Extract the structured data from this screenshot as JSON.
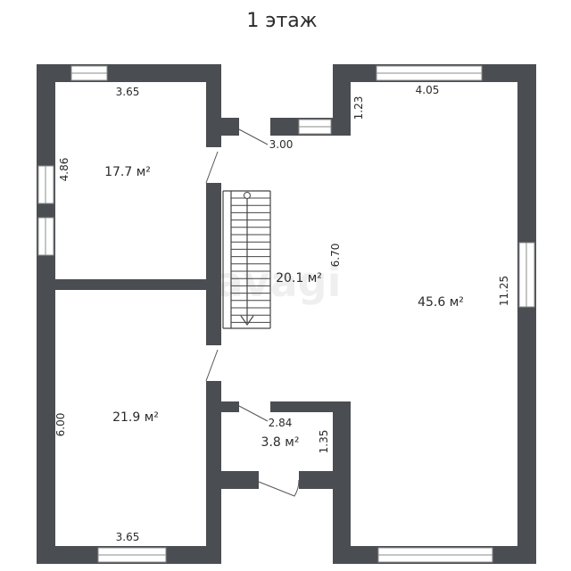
{
  "title": "1 этаж",
  "watermark": "avagi",
  "rooms": [
    {
      "area": "17.7 м²"
    },
    {
      "area": "21.9 м²"
    },
    {
      "area": "20.1 м²"
    },
    {
      "area": "45.6 м²"
    },
    {
      "area": "3.8 м²"
    }
  ],
  "dimensions": {
    "room1_top": "3.65",
    "room1_left": "4.86",
    "room2_left": "6.00",
    "room2_bottom": "3.65",
    "entry": "3.00",
    "living_notch": "1.23",
    "living_top": "4.05",
    "living_right": "11.25",
    "hall_height": "6.70",
    "bath_width": "2.84",
    "bath_height": "1.35"
  },
  "colors": {
    "wall": "#4a4d51",
    "background": "#ffffff"
  }
}
